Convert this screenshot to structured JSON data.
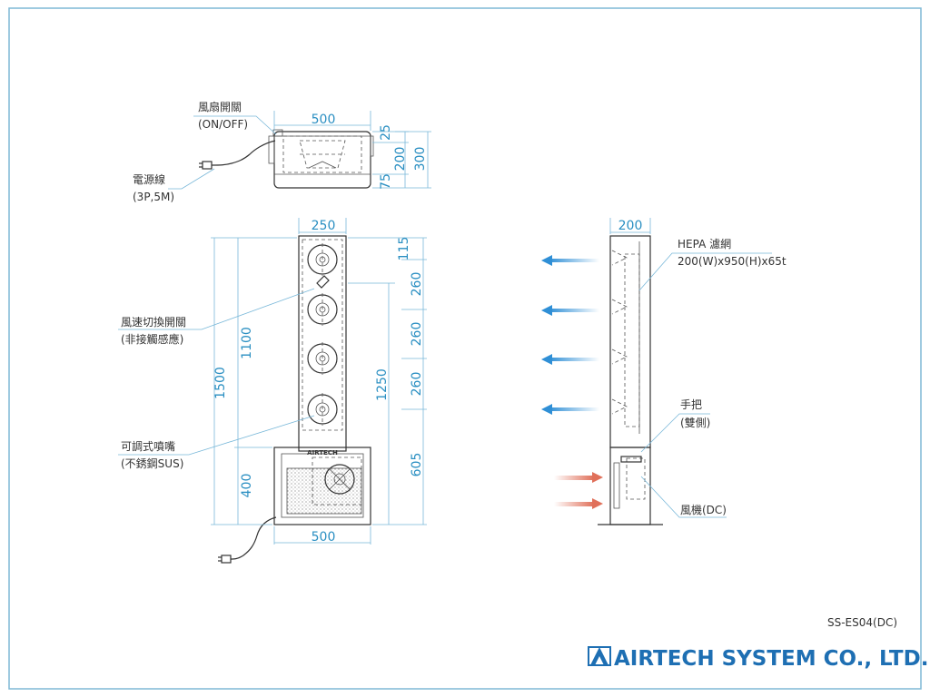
{
  "labels": {
    "fan_switch": "風扇開關",
    "fan_switch_sub": "(ON/OFF)",
    "power_cord": "電源線",
    "power_cord_sub": "(3P,5M)",
    "speed_switch": "風速切換開關",
    "speed_switch_sub": "(非接觸感應)",
    "nozzle": "可調式噴嘴",
    "nozzle_sub": "(不銹鋼SUS)",
    "hepa": "HEPA 濾網",
    "hepa_sub": "200(W)x950(H)x65t",
    "handle": "手把",
    "handle_sub": "(雙側)",
    "fan_dc": "風機(DC)",
    "base_logo": "AIRTECH"
  },
  "dimensions": {
    "top_width": "500",
    "top_h1": "25",
    "top_h2": "200",
    "top_h3": "75",
    "top_total": "300",
    "front_width": "250",
    "front_base_width": "500",
    "front_total": "1500",
    "front_column": "1100",
    "front_base": "400",
    "front_nozzle_span": "1250",
    "seg1": "115",
    "seg2": "260",
    "seg3": "260",
    "seg4": "260",
    "seg5": "605",
    "side_width": "200"
  },
  "footer": {
    "model": "SS-ES04(DC)",
    "company": "AIRTECH SYSTEM CO., LTD."
  },
  "colors": {
    "border": "#7fb9d6",
    "dimension": "#2a8fc2",
    "outflow_arrow": "#3a9ad9",
    "inflow_arrow": "#e0705a",
    "brand": "#1e6fb3"
  }
}
